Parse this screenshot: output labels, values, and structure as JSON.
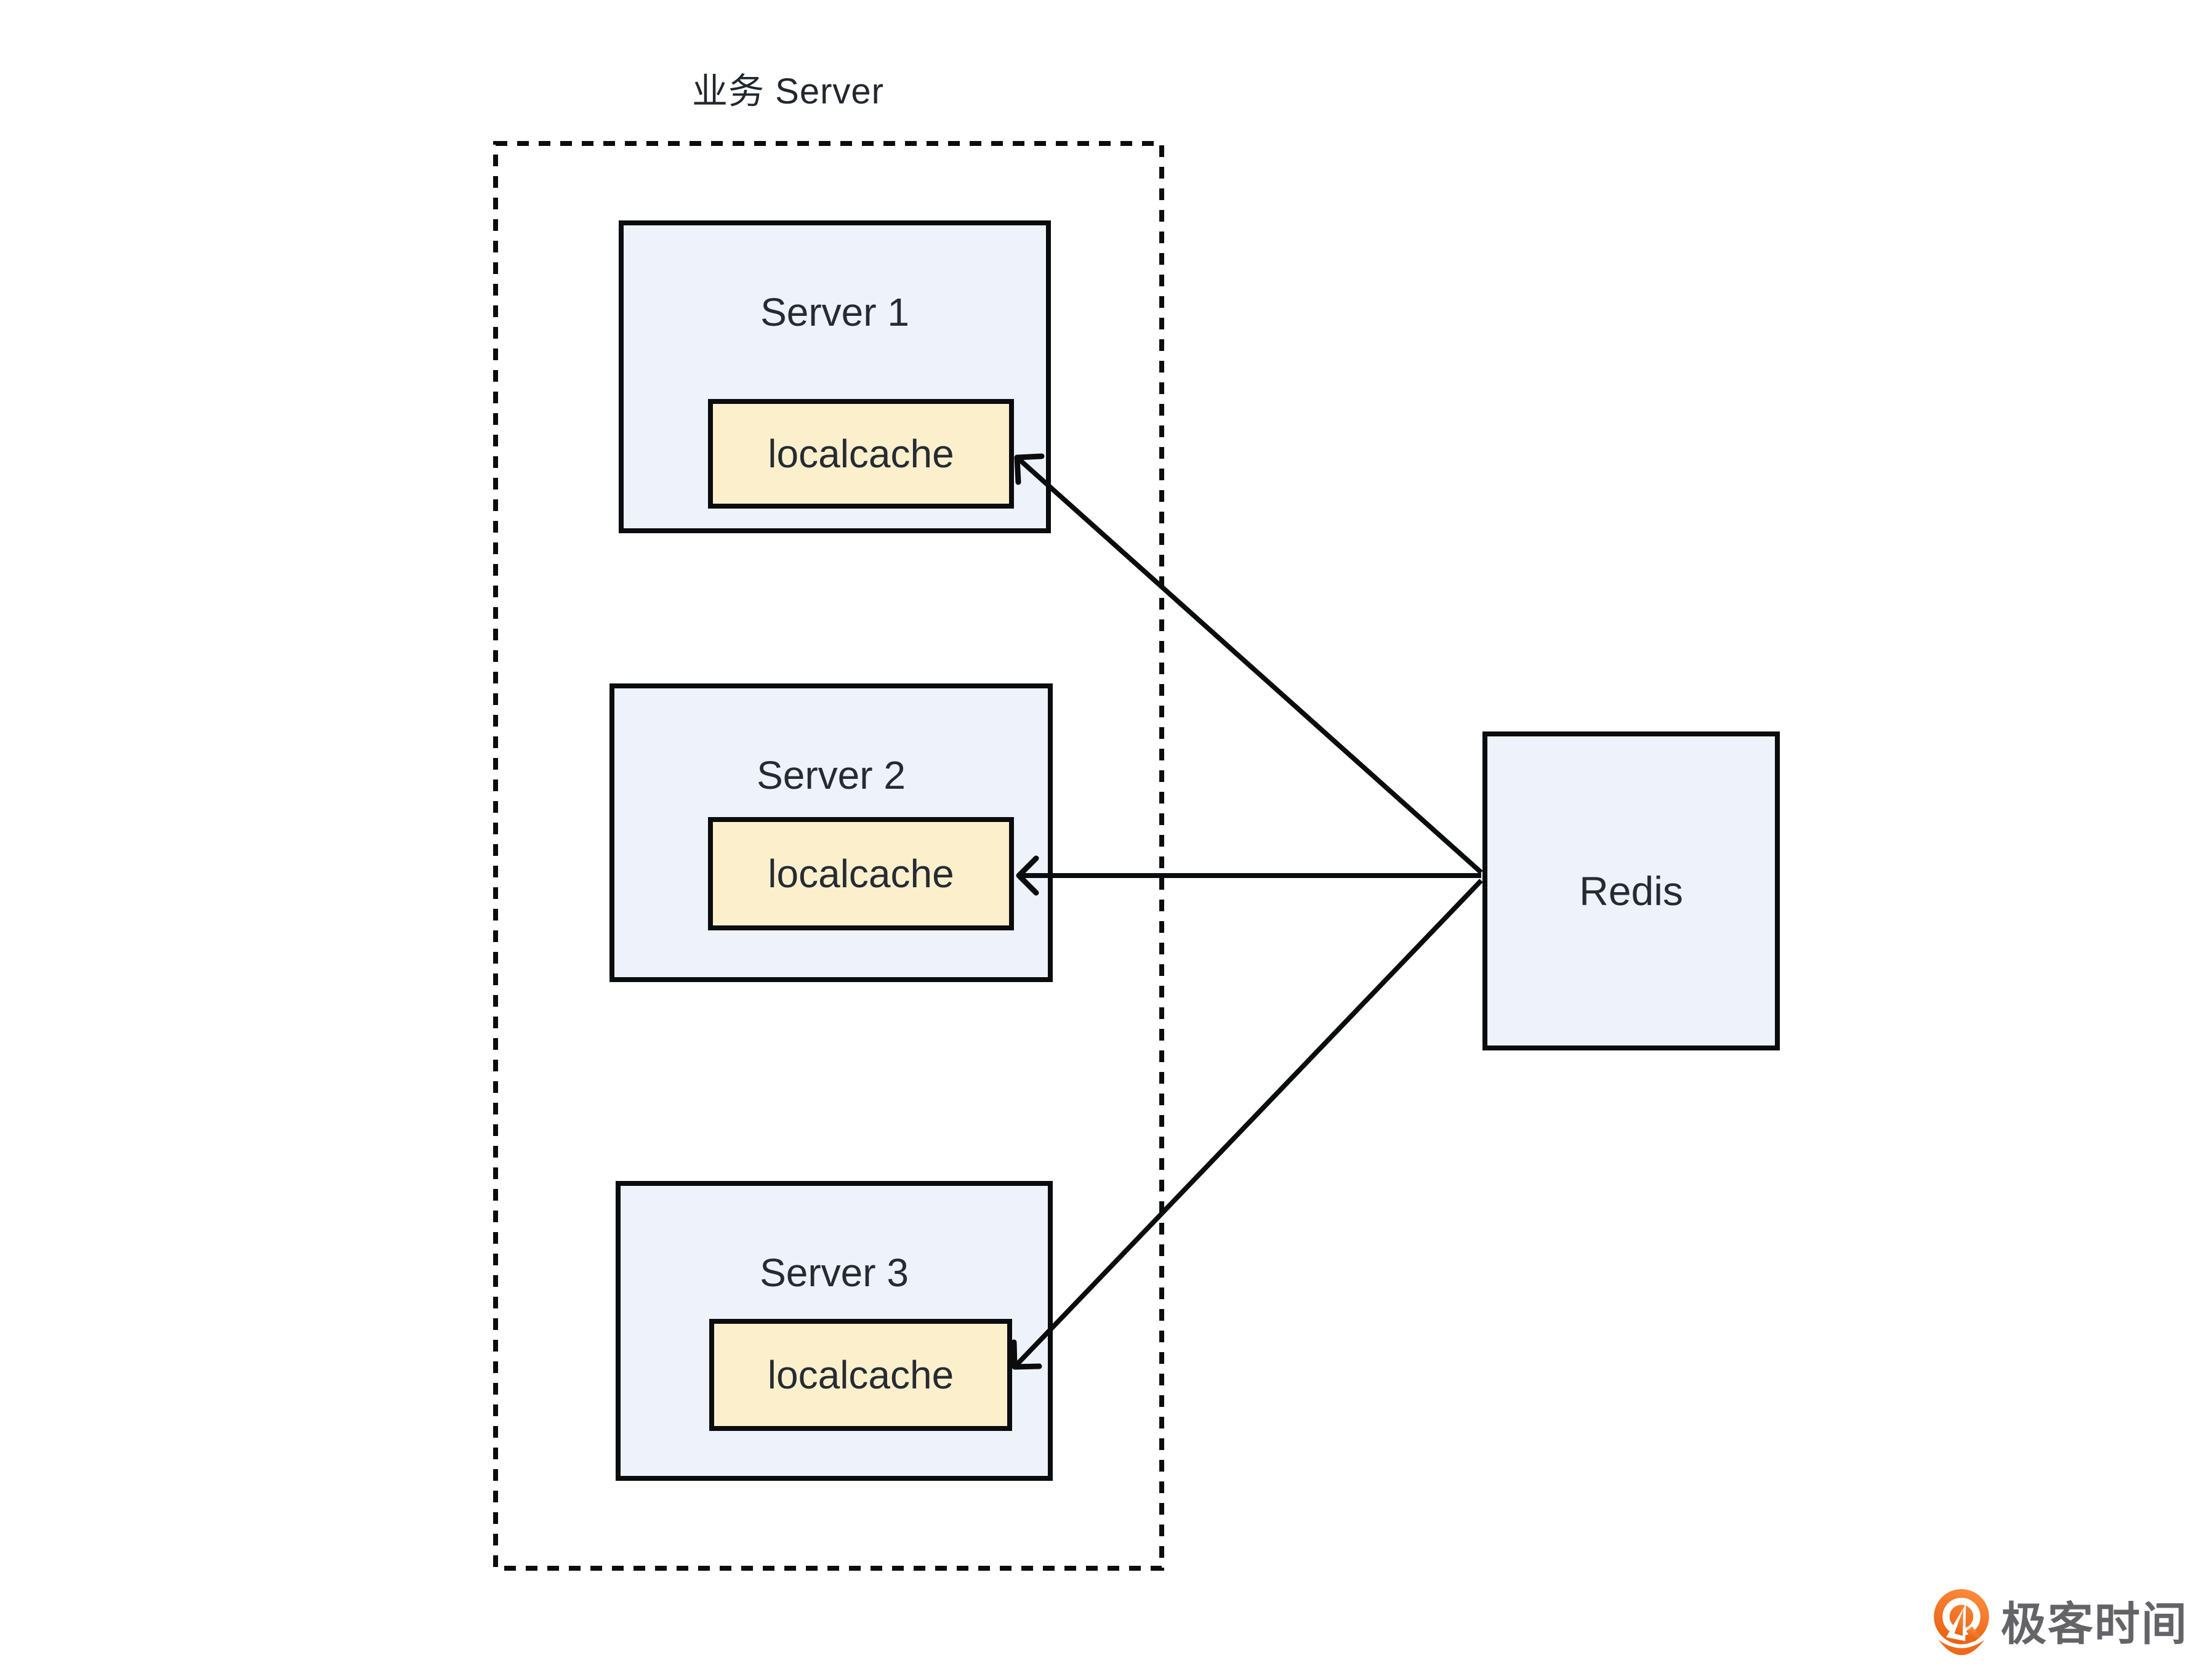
{
  "cluster": {
    "title": "业务 Server",
    "servers": [
      {
        "label": "Server 1",
        "cache": "localcache"
      },
      {
        "label": "Server 2",
        "cache": "localcache"
      },
      {
        "label": "Server 3",
        "cache": "localcache"
      }
    ]
  },
  "redis": {
    "label": "Redis"
  },
  "arrows": [
    {
      "from": "Redis",
      "to": "Server 1 localcache"
    },
    {
      "from": "Redis",
      "to": "Server 2 localcache"
    },
    {
      "from": "Redis",
      "to": "Server 3 localcache"
    }
  ],
  "footer": {
    "brand": "极客时间",
    "logo_icon": "geektime-pin-icon"
  },
  "colors": {
    "server_fill": "#EEF2FB",
    "cache_fill": "#FCF0CC",
    "stroke": "#0B0C0E",
    "text": "#262B33",
    "brand_orange": "#ED6A1D",
    "brand_orange_light": "#FB8C3E",
    "brand_text_gray": "#646468",
    "background": "#FFFFFF"
  }
}
